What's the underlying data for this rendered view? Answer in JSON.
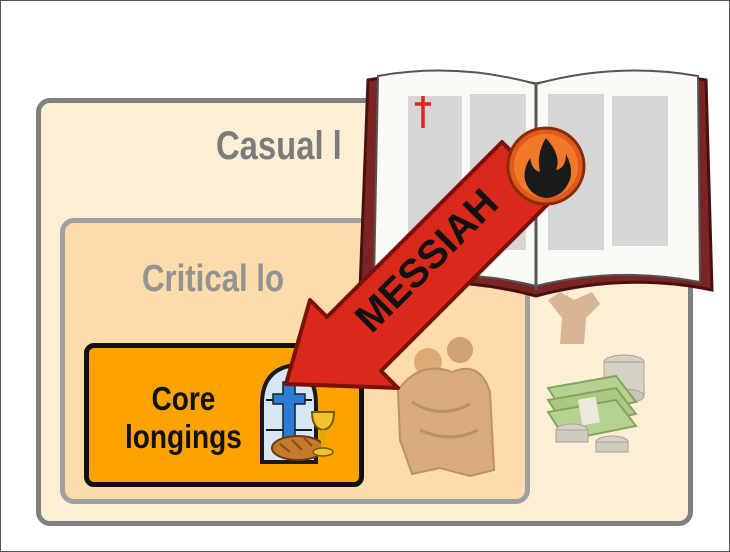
{
  "slide": {
    "casual_label": "Casual l",
    "critical_label": "Critical lo",
    "core_label_line1": "Core",
    "core_label_line2": "longings",
    "arrow_text": "MESSIAH"
  },
  "icons": [
    "church-window-icon",
    "chalice-bread-icon",
    "embracing-people-icon",
    "money-stack-icon",
    "bible-icon",
    "flame-badge-icon",
    "cross-icon"
  ],
  "colors": {
    "casual_fill": "#fdefd6",
    "critical_fill": "#fbdcaa",
    "core_fill": "#fca301",
    "arrow": "#d8291a",
    "bible_cover": "#8a2d2d"
  }
}
